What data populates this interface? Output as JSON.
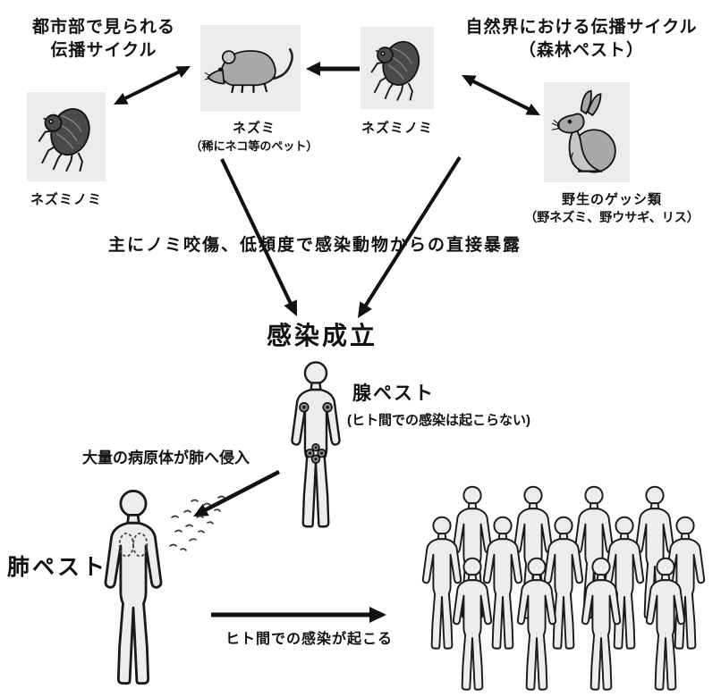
{
  "titles": {
    "urban": "都市部で見られる\n伝播サイクル",
    "natural": "自然界における伝播サイクル\n（森林ペスト）"
  },
  "labels": {
    "flea_left": "ネズミノミ",
    "rat": "ネズミ",
    "rat_note": "（稀にネコ等のペット）",
    "flea_center": "ネズミノミ",
    "wild_rodents": "野生のゲッシ類",
    "wild_rodents_note": "（野ネズミ、野ウサギ、リス）"
  },
  "flow": {
    "transmission_route": "主にノミ咬傷、低頻度で感染動物からの直接暴露",
    "infection_established": "感染成立",
    "bubonic_plague": "腺ペスト",
    "bubonic_note": "(ヒト間での感染は起こらない)",
    "lung_invasion": "大量の病原体が肺へ侵入",
    "pneumonic_plague": "肺ペスト",
    "human_to_human": "ヒト間での感染が起こる"
  },
  "colors": {
    "background": "#ffffff",
    "text": "#111111",
    "arrow": "#111111",
    "image_box_bg": "#ececec",
    "animal_gray": "#a8a8a8",
    "flea_dark": "#4a4a4a",
    "figure_fill": "#ededed"
  }
}
